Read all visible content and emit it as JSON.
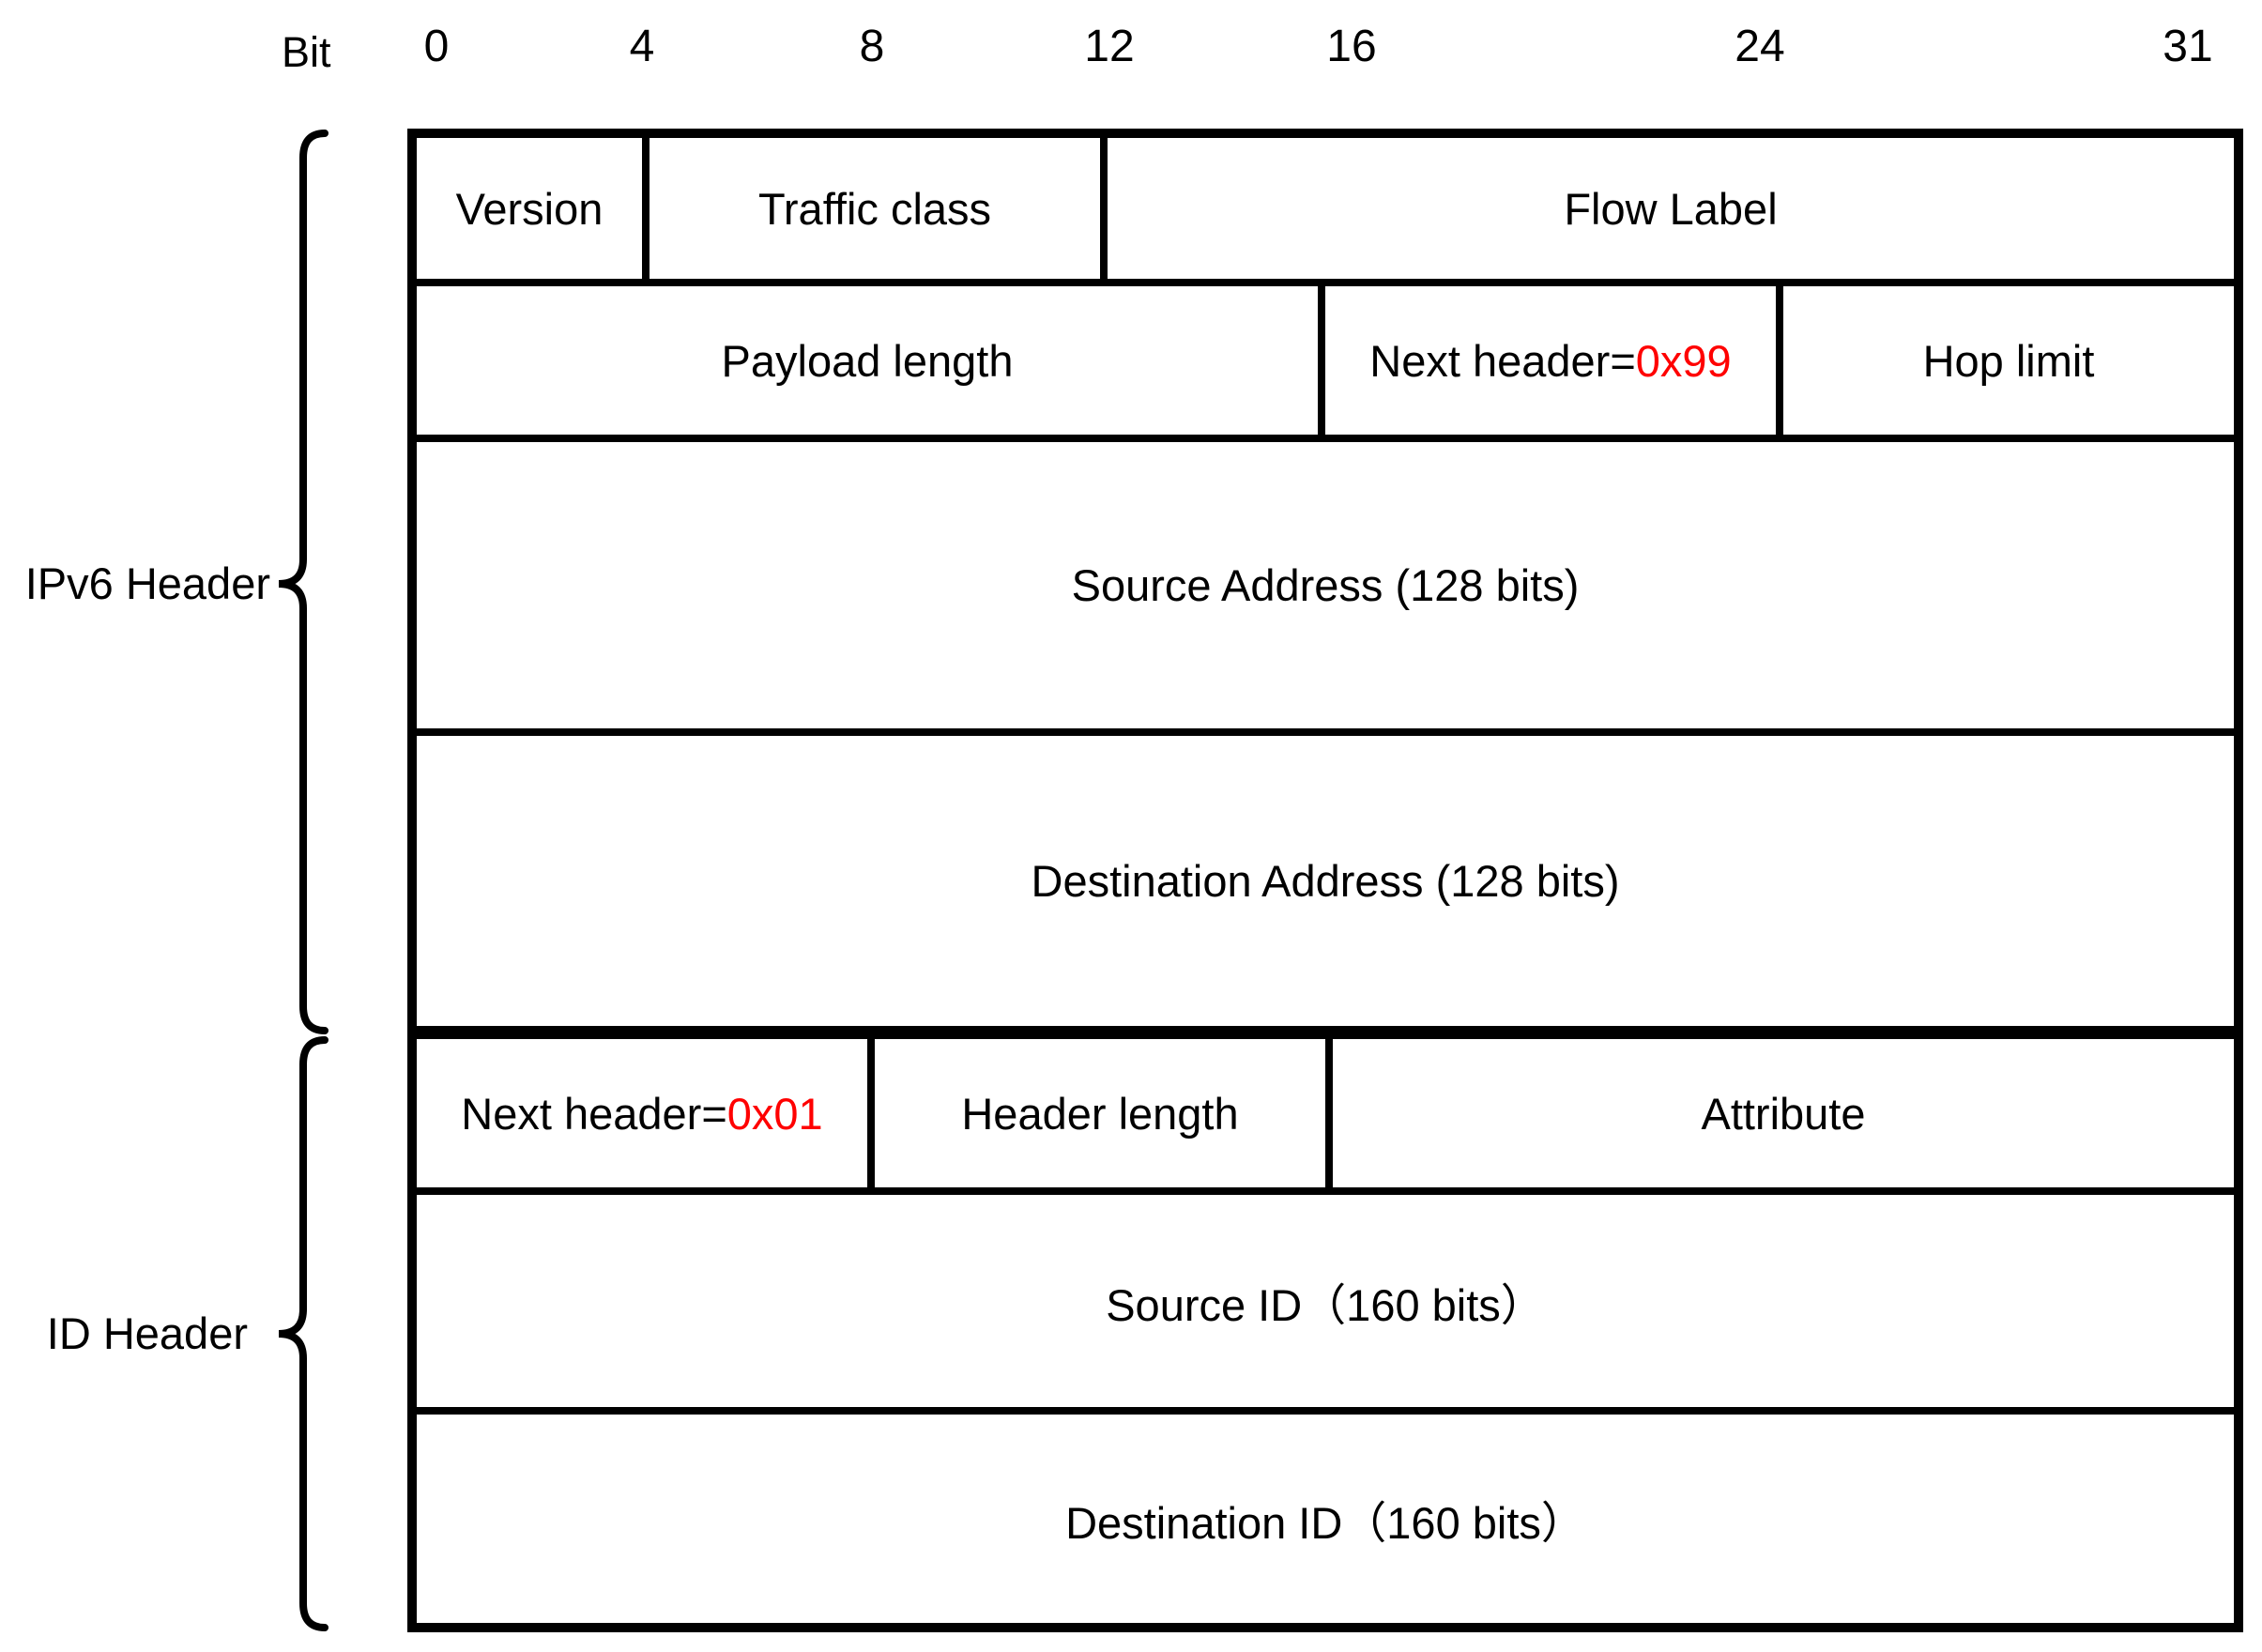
{
  "axis": {
    "label": "Bit",
    "ticks": [
      "0",
      "4",
      "8",
      "12",
      "16",
      "24",
      "31"
    ]
  },
  "groups": {
    "ipv6": {
      "label": "IPv6 Header"
    },
    "id": {
      "label": "ID Header"
    }
  },
  "colors": {
    "line": "#000000",
    "background": "#ffffff",
    "highlight": "#ff0000"
  },
  "table": {
    "rows": [
      {
        "cells": [
          {
            "label": "Version",
            "bits": 4
          },
          {
            "label": "Traffic class",
            "bits": 8
          },
          {
            "label": "Flow Label",
            "bits": 20
          }
        ]
      },
      {
        "cells": [
          {
            "label": "Payload length",
            "bits": 16
          },
          {
            "label": "Next header=",
            "value": "0x99",
            "bits": 8
          },
          {
            "label": "Hop limit",
            "bits": 8
          }
        ]
      },
      {
        "cells": [
          {
            "label": "Source Address (128 bits)",
            "bits": 32
          }
        ]
      },
      {
        "cells": [
          {
            "label": "Destination Address (128 bits)",
            "bits": 32
          }
        ]
      },
      {
        "cells": [
          {
            "label": "Next header=",
            "value": "0x01",
            "bits": 8
          },
          {
            "label": "Header length",
            "bits": 8
          },
          {
            "label": "Attribute",
            "bits": 16
          }
        ]
      },
      {
        "cells": [
          {
            "label": "Source ID（160 bits）",
            "bits": 32
          }
        ]
      },
      {
        "cells": [
          {
            "label": "Destination ID（160 bits）",
            "bits": 32
          }
        ]
      }
    ]
  }
}
